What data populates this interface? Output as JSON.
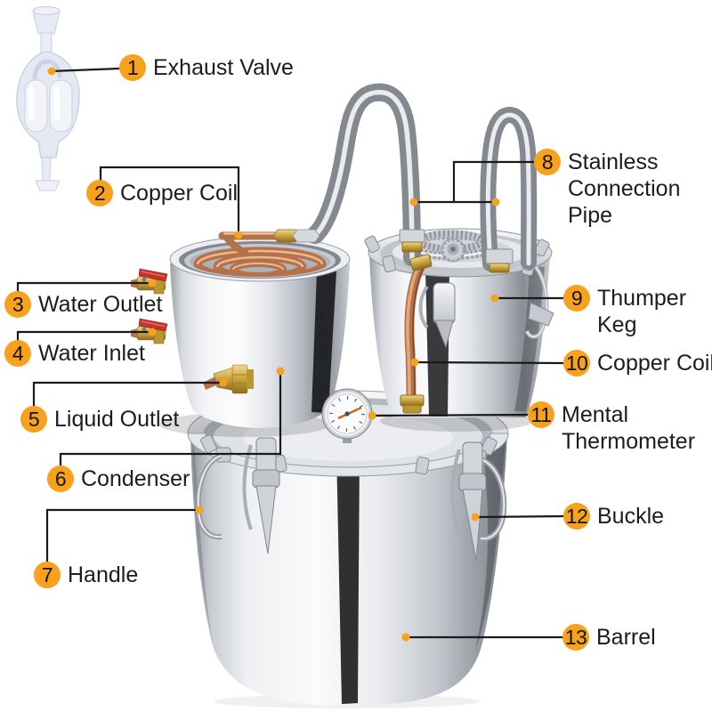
{
  "diagram": {
    "type": "annotated-product-diagram",
    "background_color": "#ffffff",
    "accent_color": "#F7A11C",
    "line_color": "#1a1a1a",
    "text_color": "#1c1c1c",
    "annotations": [
      {
        "number": "1",
        "label": "Exhaust Valve"
      },
      {
        "number": "2",
        "label": "Copper Coil"
      },
      {
        "number": "3",
        "label": "Water Outlet"
      },
      {
        "number": "4",
        "label": "Water Inlet"
      },
      {
        "number": "5",
        "label": "Liquid Outlet"
      },
      {
        "number": "6",
        "label": "Condenser"
      },
      {
        "number": "7",
        "label": "Handle"
      },
      {
        "number": "8",
        "label": "Stainless Connection Pipe"
      },
      {
        "number": "9",
        "label": "Thumper Keg"
      },
      {
        "number": "10",
        "label": "Copper Coil"
      },
      {
        "number": "11",
        "label": "Mental Thermometer"
      },
      {
        "number": "12",
        "label": "Buckle"
      },
      {
        "number": "13",
        "label": "Barrel"
      }
    ]
  }
}
